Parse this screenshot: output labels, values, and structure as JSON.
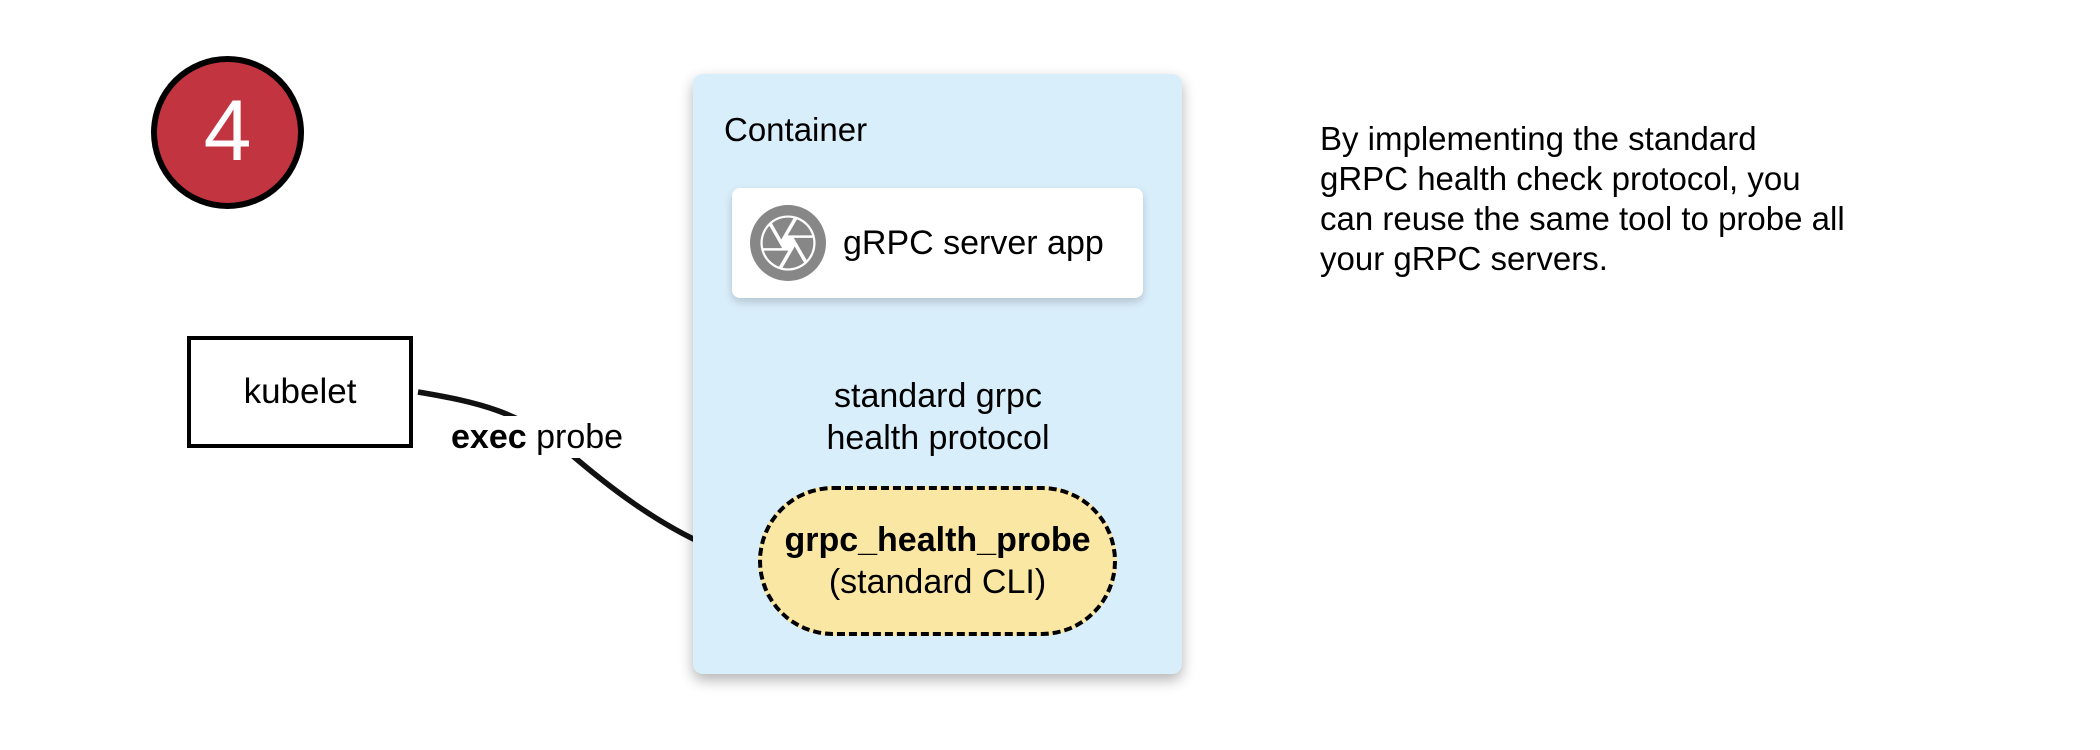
{
  "badge": {
    "number": "4"
  },
  "kubelet": {
    "label": "kubelet"
  },
  "exec": {
    "bold": "exec",
    "rest": " probe"
  },
  "container": {
    "title": "Container",
    "server_label": "gRPC server app",
    "server_icon": "aperture-shutter-icon",
    "protocol_label": "standard grpc\nhealth protocol",
    "probe_title": "grpc_health_probe",
    "probe_subtitle": "(standard CLI)"
  },
  "note": {
    "text": "By implementing the standard\ngRPC health check protocol, you\ncan reuse the same tool to probe all\nyour gRPC servers."
  },
  "colors": {
    "badge_red": "#C23440",
    "container_blue": "#D9EEFB",
    "pill_yellow": "#FBE7A4",
    "icon_gray": "#878787",
    "stroke_black": "#111111",
    "page_background": "#ffffff"
  }
}
